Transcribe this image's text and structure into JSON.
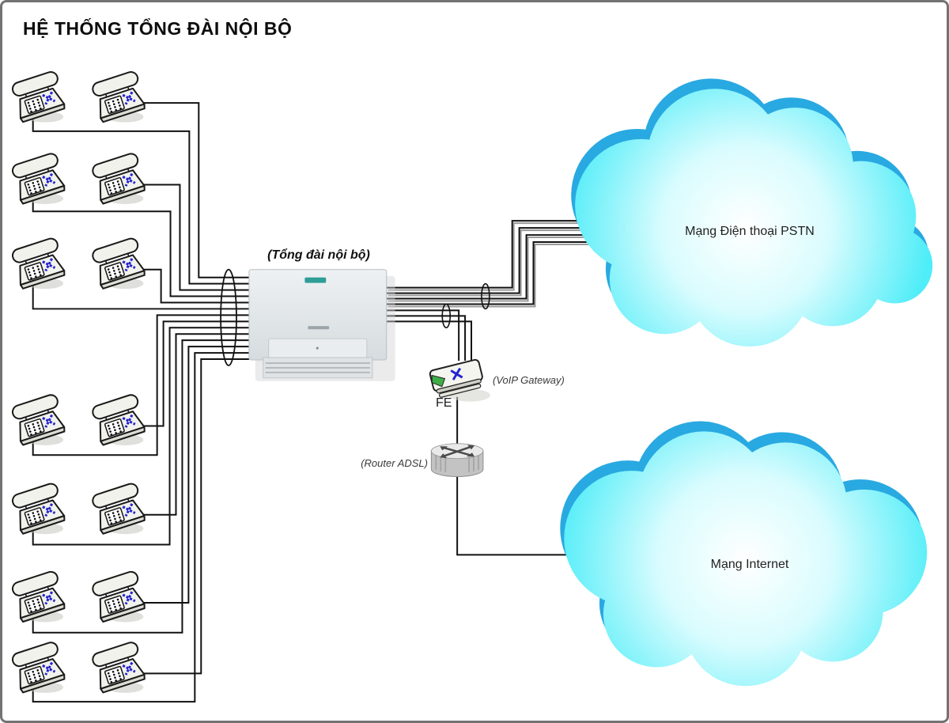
{
  "diagram": {
    "title": "HỆ THỐNG TỔNG ĐÀI NỘI BỘ",
    "pbx": {
      "label": "(Tổng đài nội bộ)"
    },
    "voip_gateway": {
      "label": "(VoIP Gateway)",
      "port": "FE"
    },
    "adsl_router": {
      "label": "(Router ADSL)"
    },
    "pstn_cloud": {
      "label": "Mạng Điện thoại PSTN"
    },
    "internet_cloud": {
      "label": "Mạng Internet"
    },
    "phones": {
      "count": 14,
      "rows": 7,
      "columns": 2
    },
    "links": [
      {
        "from": "extension-phones",
        "to": "pbx",
        "lines": 14
      },
      {
        "from": "pbx",
        "to": "pstn-cloud",
        "lines": 4
      },
      {
        "from": "pbx",
        "to": "voip-gateway",
        "lines": 3
      },
      {
        "from": "voip-gateway",
        "to": "adsl-router",
        "lines": 1
      },
      {
        "from": "adsl-router",
        "to": "internet-cloud",
        "lines": 1
      }
    ],
    "colors": {
      "cloud_fill_edge": "#4FEDF8",
      "cloud_shadow_blue": "#29A9E1",
      "line_black": "#111111",
      "pbx_logo_teal": "#2E9E97",
      "phone_marker_blue": "#2323CF",
      "gateway_green": "#3FAE49"
    }
  }
}
